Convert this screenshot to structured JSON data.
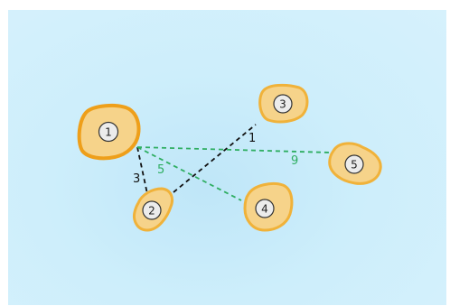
{
  "colors": {
    "water_light": "#d6f1fc",
    "water_dark": "#bfe6f8",
    "island_fill": "#f6d38a",
    "island_border": "#f0b23a",
    "selected_border": "#ee9f1a",
    "edge_black": "#111111",
    "edge_green": "#2fae62"
  },
  "islands": [
    {
      "id": 1,
      "label": "1",
      "selected": true
    },
    {
      "id": 2,
      "label": "2",
      "selected": false
    },
    {
      "id": 3,
      "label": "3",
      "selected": false
    },
    {
      "id": 4,
      "label": "4",
      "selected": false
    },
    {
      "id": 5,
      "label": "5",
      "selected": false
    }
  ],
  "edges": [
    {
      "from": 1,
      "to": 2,
      "weight": "3",
      "color": "black"
    },
    {
      "from": 2,
      "to": 3,
      "weight": "1",
      "color": "black"
    },
    {
      "from": 1,
      "to": 4,
      "weight": "5",
      "color": "green"
    },
    {
      "from": 1,
      "to": 5,
      "weight": "9",
      "color": "green"
    }
  ]
}
